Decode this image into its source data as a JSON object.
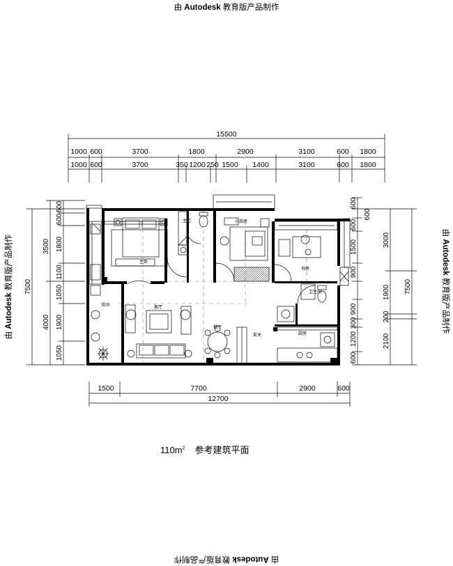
{
  "watermark": {
    "prefix": "由",
    "brand": "Autodesk",
    "suffix": "教育版产品制作"
  },
  "caption": {
    "area": "110m",
    "area_sup": "2",
    "title": "参考建筑平面"
  },
  "dimensions": {
    "top_overall": "15500",
    "top_row1": [
      "1000",
      "600",
      "3700",
      "1800",
      "2900",
      "3100",
      "600",
      "1800"
    ],
    "top_row2": [
      "1000",
      "600",
      "3700",
      "350",
      "1200",
      "250",
      "1500",
      "1400",
      "3100",
      "600",
      "1800"
    ],
    "bottom_row": [
      "1500",
      "7700",
      "2900",
      "600"
    ],
    "bottom_overall": "12700",
    "left_overall": "7500",
    "left_row1": [
      "3500",
      "4000"
    ],
    "left_row2": [
      "600",
      "600",
      "1800",
      "1100",
      "1050",
      "1900",
      "1050"
    ],
    "right_overall": "7500",
    "right_row1": [
      "3000",
      "1900",
      "2100"
    ],
    "right_row2": [
      "600",
      "600",
      "1500",
      "900",
      "900",
      "300",
      "1200",
      "600"
    ],
    "right_extra": [
      "600",
      "200"
    ]
  },
  "rooms": {
    "master_bedroom": "主卧",
    "master_bath": "主卫",
    "child_room": "小孩房",
    "study": "书房",
    "guest_bath": "卫生间",
    "balcony": "阳台",
    "living_room": "客厅",
    "dining_room": "餐厅",
    "entrance": "玄关",
    "kitchen": "厨房"
  }
}
